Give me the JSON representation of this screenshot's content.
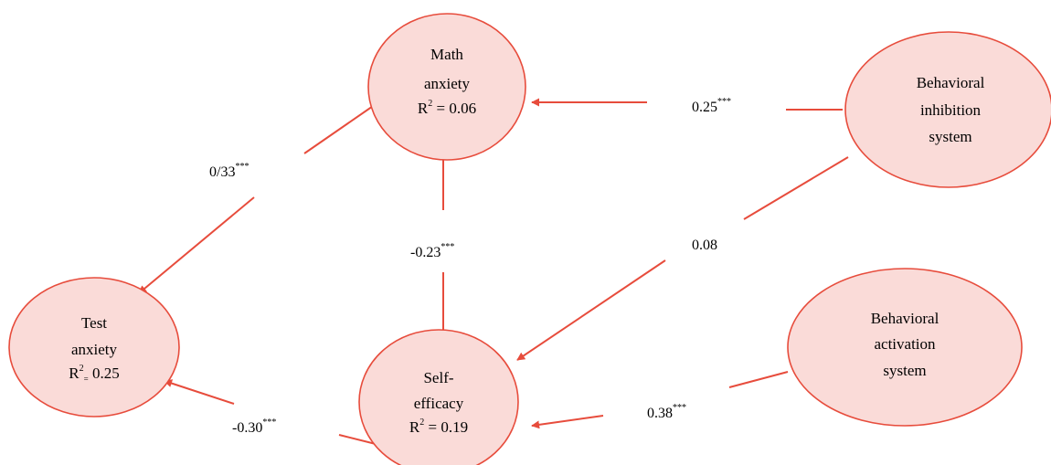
{
  "colors": {
    "node_fill": "#fadbd8",
    "node_stroke": "#e74c3c",
    "edge": "#e74c3c",
    "text": "#000000"
  },
  "nodes": {
    "math_anxiety": {
      "line1": "Math",
      "line2": "anxiety",
      "r2_label": "R",
      "r2_exp": "2",
      "r2_rest": " = 0.06"
    },
    "bis": {
      "line1": "Behavioral",
      "line2": "inhibition",
      "line3": "system"
    },
    "test_anxiety": {
      "line1": "Test",
      "line2": "anxiety",
      "r2_label": "R",
      "r2_exp": "2",
      "r2_sub": "=",
      "r2_rest": " 0.25"
    },
    "self_efficacy": {
      "line1": "Self-",
      "line2": "efficacy",
      "r2_label": "R",
      "r2_exp": "2",
      "r2_rest": " = 0.19"
    },
    "bas": {
      "line1": "Behavioral",
      "line2": "activation",
      "line3": "system"
    }
  },
  "edges": {
    "bis_math": {
      "value": "0.25",
      "sig": "***"
    },
    "math_test": {
      "value": "0/33",
      "sig": "***"
    },
    "math_self": {
      "value": "-0.23",
      "sig": "***"
    },
    "bis_self": {
      "value": "0.08",
      "sig": ""
    },
    "self_test": {
      "value": "-0.30",
      "sig": "***"
    },
    "bas_self": {
      "value": "0.38",
      "sig": "***"
    }
  }
}
